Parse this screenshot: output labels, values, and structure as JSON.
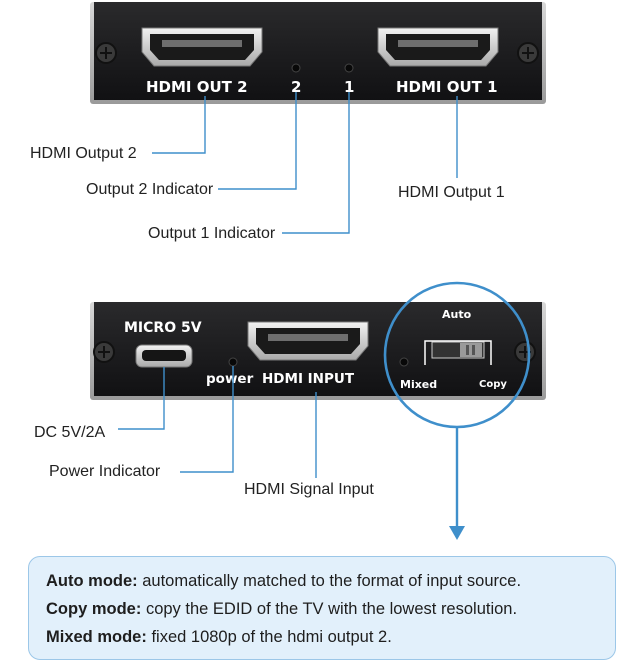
{
  "top_panel": {
    "out2_label": "HDMI OUT 2",
    "out1_label": "HDMI OUT 1",
    "indicator_2": "2",
    "indicator_1": "1"
  },
  "top_callouts": {
    "hdmi_output_2": "HDMI Output  2",
    "output_2_indicator": "Output 2 Indicator",
    "output_1_indicator": "Output 1 Indicator",
    "hdmi_output_1": "HDMI Output 1"
  },
  "bottom_panel": {
    "micro_label": "MICRO 5V",
    "power_label": "power",
    "input_label": "HDMI INPUT",
    "switch_auto": "Auto",
    "switch_mixed": "Mixed",
    "switch_copy": "Copy"
  },
  "bottom_callouts": {
    "dc": "DC 5V/2A",
    "power_indicator": "Power Indicator",
    "signal_input": "HDMI Signal Input"
  },
  "modes": [
    {
      "term": "Auto mode:",
      "desc": "automatically matched to the format of input source."
    },
    {
      "term": "Copy mode:",
      "desc": "copy the EDID of the TV with the lowest resolution."
    },
    {
      "term": "Mixed mode:",
      "desc": "fixed 1080p of the hdmi output 2."
    }
  ],
  "colors": {
    "panel": "#1c1c1e",
    "accent_blue": "#3f8fcb",
    "info_bg": "#e2f0fb"
  }
}
